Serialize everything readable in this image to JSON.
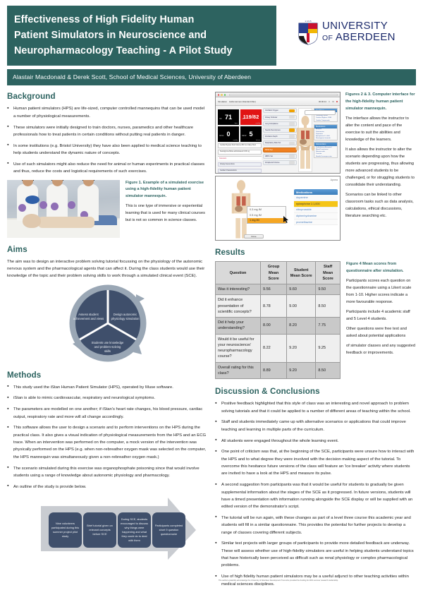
{
  "header": {
    "title_lines": [
      "Effectiveness of High Fidelity Human",
      "Patient Simulators in Neuroscience and",
      "Neuropharmacology Teaching - A Pilot Study"
    ],
    "university_line1": "UNIVERSITY",
    "university_line2_small": "OF",
    "university_line2": "ABERDEEN",
    "crest_year": "1 4 9 5",
    "authors": "Alastair Macdonald & Derek Scott, School of Medical Sciences, University of Aberdeen",
    "banner_color": "#2d6360"
  },
  "background": {
    "heading": "Background",
    "bullets": [
      "Human patient simulators (HPS) are life-sized, computer controlled mannequins that can be used model a number of physiological measurements.",
      "These simulators were initially designed to train doctors, nurses, paramedics and other healthcare professionals how to treat patients in certain conditions without putting real patients in danger.",
      "In some institutions (e.g. Bristol University) they have also been applied to medical science teaching to help students understand the dynamic nature of concepts.",
      "Use of such simulators might also reduce the need for animal or human experiments in practical classes and thus, reduce the costs and logistical requirements of such exercises."
    ],
    "figure1_caption_head": "Figure 1. Example of a simulated exercise using a high-fidelity human patient simulator mannequin.",
    "figure1_caption_body": "This is one type of immersive or experiential learning that is used for many clinical courses but is not so common in science classes."
  },
  "aims": {
    "heading": "Aims",
    "text": "The aim was to design an interactive problem solving tutorial focussing on the physiology of the autonomic nervous system and the pharmacological agents that can affect it. During the class students would use their knowledge of the topic and their problem solving skills to work through a simulated clinical event (SCE).",
    "cycle": {
      "assess": "Assess student achievement and views",
      "design": "Design autonomic physiology simulation",
      "students": "Students use knowledge and problem-solving skills"
    }
  },
  "methods": {
    "heading": "Methods",
    "bullets": [
      "This study used the iStan Human Patient Simulator (HPS), operated by Muse software.",
      "iStan is able to mimic cardiovascular, respiratory and neurological symptoms.",
      "The parameters are modelled on one another; if iStan's heart rate changes, his blood pressure, cardiac output, respiratory rate and more will all change accordingly.",
      "This software allows the user to design a scenario and to perform interventions on the HPS during the practical class. It also gives a visual indication of physiological measurements from the HPS and an ECG trace. When an intervention was performed on the computer, a mock version of the intervention was physically performed on the HPS (e.g. when non-rebreather oxygen mask was selected on the computer, the HPS mannequin was simultaneously given a non-rebreather oxygen mask.)",
      "The scenario simulated during this exercise was organophosphate poisoning since that would involve students using a range of knowledge about autonomic physiology and pharmacology.",
      "An outline of the study is provide below."
    ],
    "flow_steps": [
      "Nine volunteers participated during this summer project pilot study",
      "Brief tutorial given on relevant concepts before SCE",
      "During SCE, students encouraged to discuss why things were happening and what they could do to deal with them",
      "Participants completed short 9 question questionnaire"
    ]
  },
  "figures23": {
    "caption_head": "Figures 2 & 3. Computer interface for the high-fidelity human patient simulator mannequin.",
    "caption_p1": "The interface allows the instructor to alter the content and pace of the exercise to suit the abilities and knowledge of the learners.",
    "caption_p2": "It also allows the instructor to alter the scenario depending upon how the students are progressing, thus allowing more advanced students to be challenged, or for struggling students to consolidate their understanding.",
    "caption_p3": "Scenarios can be linked to other classroom tasks such as data analysis, calculations, ethical discussions, literature searching etc.",
    "sim": {
      "app_name": "Simulation",
      "patient": "Hollis Herman (Standard Man)",
      "timer": "00:06:14",
      "hr_label": "HR",
      "hr_value": "71",
      "hr_unit": "bpm",
      "bp_label": "ABP",
      "bp_value": "119/82",
      "bp_unit": "mmHg",
      "cvp_label": "SPO2",
      "cvp_value": "0",
      "cvp_unit": "mmHg",
      "rr_label": "RESP",
      "rr_value": "5",
      "rr_unit": "br/min",
      "ecg_label": "ECG II",
      "notes": [
        "Cardiac Bypass Fluid Volume 800 mL Intake Fluid",
        "Neostigmine Bolus administered 0.05 mg"
      ],
      "scenario_header": "Scenario",
      "scenario_rows": [
        "Airway Interventions",
        "Cardiac Characteristics"
      ],
      "params": [
        "Ventilator Oxygen",
        "Airway Occluder",
        "Lung Compliance",
        "Needle Decompress",
        "Intubation Depth",
        "Respiratory Rate Set",
        "SPO2 Set",
        "ABPm Set",
        "Intrapleural Volume"
      ],
      "right_sections": [
        {
          "title": "Conditions",
          "items": [
            "Fluid Overload",
            "Pulmonary Shunt",
            "Cardiac Rhythm - NSR",
            "Cardiac Tamponade"
          ]
        },
        {
          "title": "Medications",
          "items": [
            "Atropine",
            "Dobutamine",
            "Dopamine",
            "Epinephrine 1:1,000",
            "Neostigmine bromide"
          ]
        },
        {
          "title": "Interventions",
          "items": [
            "Defibrillation Attempted",
            "Blood Transfusion",
            "Nitroprusside",
            "Cannula",
            "Needle Decompression"
          ]
        }
      ]
    },
    "sim2": {
      "apnea_label": "Apnea",
      "medications_title": "Medications",
      "medications": [
        "dopamine",
        "epinephrine 1:1,000",
        "nitroprusside",
        "diphenhydramine",
        "promethazine"
      ],
      "selected_medication": "epinephrine 1:1,000",
      "doses": [
        "0.3 mg IM",
        "0.5 mg IM",
        "1 mg IM"
      ],
      "selected_dose": "1 mg IM",
      "done_label": "Done"
    }
  },
  "results": {
    "heading": "Results",
    "table": {
      "columns": [
        "Question",
        "Group Mean Score",
        "Student Mean Score",
        "Staff Mean Score"
      ],
      "rows": [
        {
          "question": "Was it interesting?",
          "group": "9.56",
          "student": "9.60",
          "staff": "9.50"
        },
        {
          "question": "Did it enhance presentation of scientific concepts?",
          "group": "8.78",
          "student": "9.00",
          "staff": "8.50"
        },
        {
          "question": "Did it help your understanding?",
          "group": "8.00",
          "student": "8.20",
          "staff": "7.75"
        },
        {
          "question": "Would it be useful for your neuroscience/ neuropharmacology course?",
          "group": "8.22",
          "student": "9.20",
          "staff": "9.25"
        },
        {
          "question": "Overall rating for this class?",
          "group": "8.89",
          "student": "9.20",
          "staff": "8.50"
        }
      ]
    },
    "caption_head": "Figure 4 Mean scores from questionnaire after simulation.",
    "caption_p1": "Participants scores each question on the questionnaire using a Likert scale from 1-10. Higher scores indicate a more favourable response.",
    "caption_p2": "Participants include 4 academic staff and 5 Level 4 students.",
    "caption_p3": "Other questions were free text and asked about potential applications",
    "caption_p4": "of simulator classes and any suggested feedback or improvements."
  },
  "discussion": {
    "heading": "Discussion & Conclusions",
    "bullets": [
      "Positive feedback highlighted that this style of class was an interesting and novel approach to problem solving tutorials and that it could be applied to a number of different areas of teaching within the school.",
      "Staff and students immediately came up with alternative scenarios or applications that could improve teaching and learning in multiple parts of the curriculum.",
      "All students were engaged throughout the whole learning event.",
      "One point of criticism was that, at the beginning of the SCE, participants were unsure how to interact with the HPS and to what degree they were involved with the decision making aspect of the tutorial. To overcome this hesitance future versions of the class will feature an 'ice breaker' activity where students are invited to have a look at the HPS and measure its pulse.",
      "A second suggestion from participants was that it would be useful for students to gradually be given supplemental information about the stages of the SCE as it progressed. In future versions, students will have a timed presentation with information running alongside the SCE display or will be supplied with an edited version of the demonstrator's script.",
      "The tutorial will be run again, with these changes as part of a level three course this academic year and students will fill in a similar questionnaire. This provides the potential for further projects to develop a range of classes covering different subjects.",
      "Similar test projects with larger groups of participants to provide more detailed feedback are underway. These will assess whether use of high-fidelity simulators are useful in helping students understand topics that have historically been perceived as difficult such as renal physiology or complex pharmacological problems.",
      "Use of high fidelity human patient simulators may be a useful adjunct to other teaching activities within medical sciences disciplines."
    ]
  },
  "acknowledgement": "The authors gratefully acknowledge the University of Aberdeen Development Trust who provided the funding for AM's summer research studentship."
}
